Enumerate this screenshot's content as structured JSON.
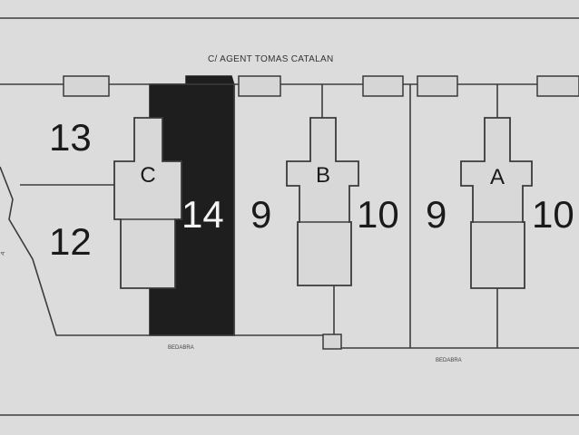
{
  "streets": {
    "top": "C/ AGENT TOMAS CATALAN",
    "left_partial": "A",
    "bottom_left": "BEDABRA",
    "bottom_right": "BEDABRA"
  },
  "blocks": [
    "C",
    "B",
    "A"
  ],
  "lots": {
    "lot_13": "13",
    "lot_12": "12",
    "lot_14": "14",
    "lot_9a": "9",
    "lot_10a": "10",
    "lot_9b": "9",
    "lot_10b": "10"
  },
  "colors": {
    "background": "#dcdcdc",
    "highlight": "#1e1e1e",
    "line": "#3c3c3c"
  }
}
